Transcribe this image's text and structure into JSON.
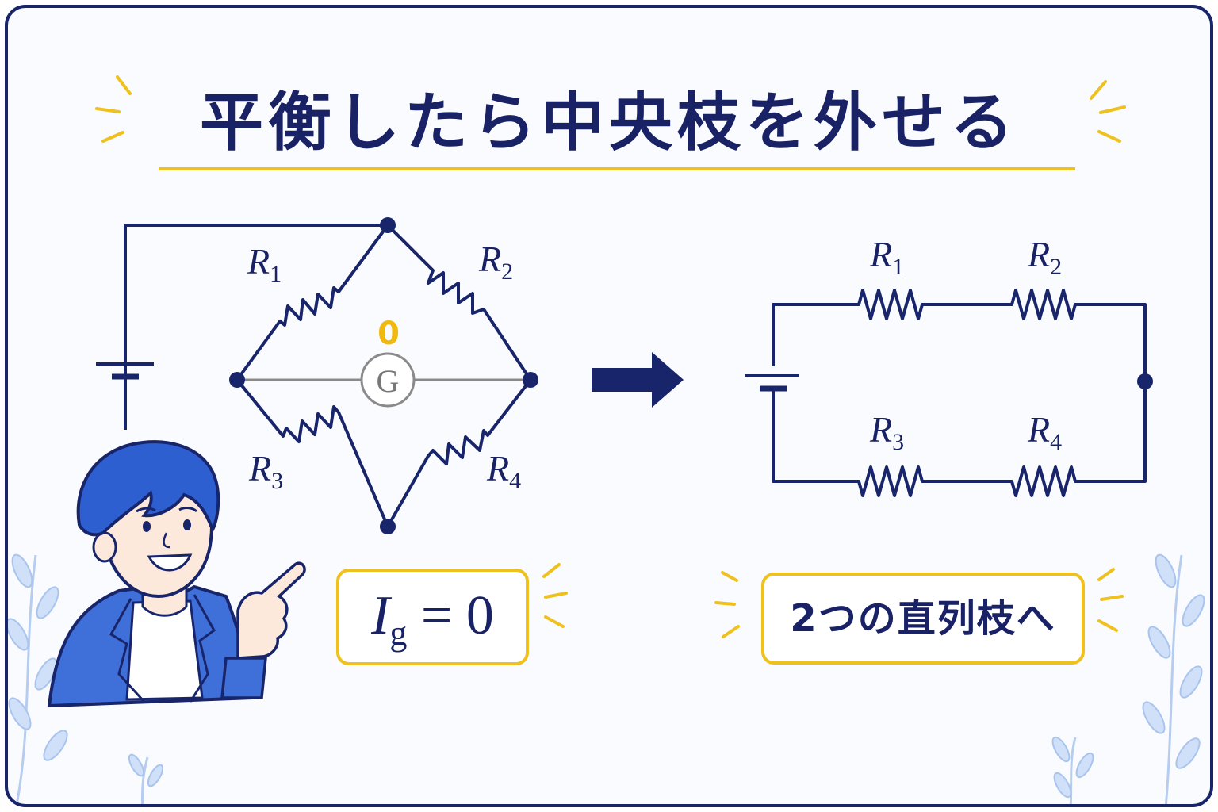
{
  "title": "平衡したら中央枝を外せる",
  "bridge": {
    "r1": {
      "sym": "R",
      "sub": "1"
    },
    "r2": {
      "sym": "R",
      "sub": "2"
    },
    "r3": {
      "sym": "R",
      "sub": "3"
    },
    "r4": {
      "sym": "R",
      "sub": "4"
    },
    "galvanometer": "G",
    "galvanometer_reading": "0"
  },
  "series": {
    "r1": {
      "sym": "R",
      "sub": "1"
    },
    "r2": {
      "sym": "R",
      "sub": "2"
    },
    "r3": {
      "sym": "R",
      "sub": "3"
    },
    "r4": {
      "sym": "R",
      "sub": "4"
    }
  },
  "ig_box": {
    "symbol": "I",
    "sub": "g",
    "equals": " = 0"
  },
  "series_box": {
    "text": "2つの直列枝へ"
  },
  "colors": {
    "navy": "#18256b",
    "accent": "#efc11f",
    "gray": "#8a8a8a",
    "blue": "#2c5ad0"
  }
}
